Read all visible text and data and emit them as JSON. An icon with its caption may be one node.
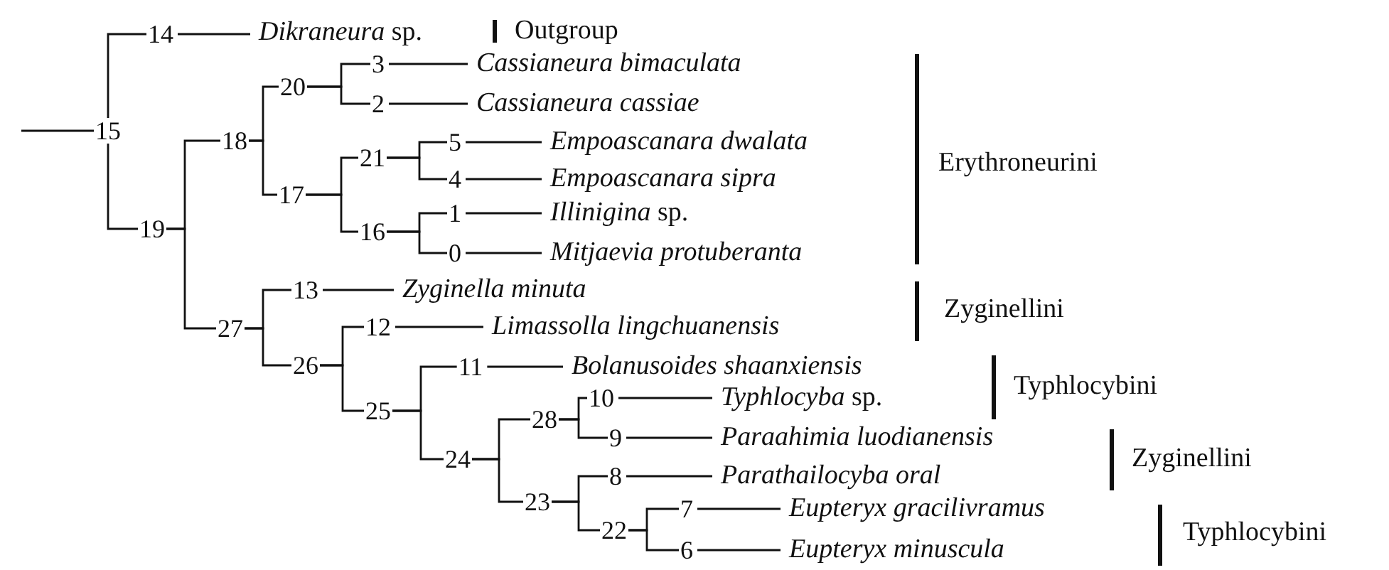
{
  "diagram": {
    "nodes": [
      {
        "text": [
          "15"
        ]
      },
      {
        "text": [
          "14"
        ]
      },
      {
        "text": [
          "*Dikraneura* sp."
        ]
      },
      {
        "text": [
          "19"
        ]
      },
      {
        "text": [
          "18"
        ]
      },
      {
        "text": [
          "20"
        ]
      },
      {
        "text": [
          "3"
        ]
      },
      {
        "text": [
          "Cassianeura bimaculata"
        ]
      },
      {
        "text": [
          "2"
        ]
      },
      {
        "text": [
          "Cassianeura cassiae"
        ]
      },
      {
        "text": [
          "17"
        ]
      },
      {
        "text": [
          "21"
        ]
      },
      {
        "text": [
          "5"
        ]
      },
      {
        "text": [
          "Empoascanara dwalata"
        ]
      },
      {
        "text": [
          "4"
        ]
      },
      {
        "text": [
          "Empoascanara sipra"
        ]
      },
      {
        "text": [
          "16"
        ]
      },
      {
        "text": [
          "1"
        ]
      },
      {
        "text": [
          "*Illinigina* sp."
        ]
      },
      {
        "text": [
          "0"
        ]
      },
      {
        "text": [
          "Mitjaevia protuberanta"
        ]
      },
      {
        "text": [
          "27"
        ]
      },
      {
        "text": [
          "13"
        ]
      },
      {
        "text": [
          "Zyginella minuta"
        ]
      },
      {
        "text": [
          "26"
        ]
      },
      {
        "text": [
          "12"
        ]
      },
      {
        "text": [
          "Limassolla lingchuanensis"
        ]
      },
      {
        "text": [
          "25"
        ]
      },
      {
        "text": [
          "11"
        ]
      },
      {
        "text": [
          "Bolanusoides shaanxiensis"
        ]
      },
      {
        "text": [
          "24"
        ]
      },
      {
        "text": [
          "28"
        ]
      },
      {
        "text": [
          "10"
        ]
      },
      {
        "text": [
          "*Typhlocyba* sp."
        ]
      },
      {
        "text": [
          "9"
        ]
      },
      {
        "text": [
          "Paraahimia luodianensis"
        ]
      },
      {
        "text": [
          "23"
        ]
      },
      {
        "text": [
          "8"
        ]
      },
      {
        "text": [
          "Parathailocyba oral"
        ]
      },
      {
        "text": [
          "22"
        ]
      },
      {
        "text": [
          "7"
        ]
      },
      {
        "text": [
          "Eupteryx gracilivramus"
        ]
      },
      {
        "text": [
          "6"
        ]
      },
      {
        "text": [
          "Eupteryx minuscula"
        ]
      }
    ],
    "edges": [
      {
        "from": null,
        "to": 0,
        "arrow": "none"
      },
      {
        "from": 0,
        "to": 1,
        "arrow": "none"
      },
      {
        "from": 0,
        "to": 3,
        "arrow": "none"
      },
      {
        "from": 1,
        "to": 2,
        "arrow": "none"
      },
      {
        "from": 3,
        "to": 4,
        "arrow": "none"
      },
      {
        "from": 3,
        "to": 21,
        "arrow": "none"
      },
      {
        "from": 4,
        "to": 5,
        "arrow": "none"
      },
      {
        "from": 4,
        "to": 10,
        "arrow": "none"
      },
      {
        "from": 5,
        "to": 6,
        "arrow": "none"
      },
      {
        "from": 5,
        "to": 8,
        "arrow": "none"
      },
      {
        "from": 6,
        "to": 7,
        "arrow": "none"
      },
      {
        "from": 8,
        "to": 9,
        "arrow": "none"
      },
      {
        "from": 10,
        "to": 11,
        "arrow": "none"
      },
      {
        "from": 10,
        "to": 16,
        "arrow": "none"
      },
      {
        "from": 11,
        "to": 12,
        "arrow": "none"
      },
      {
        "from": 11,
        "to": 14,
        "arrow": "none"
      },
      {
        "from": 12,
        "to": 13,
        "arrow": "none"
      },
      {
        "from": 14,
        "to": 15,
        "arrow": "none"
      },
      {
        "from": 16,
        "to": 17,
        "arrow": "none"
      },
      {
        "from": 16,
        "to": 19,
        "arrow": "none"
      },
      {
        "from": 17,
        "to": 18,
        "arrow": "none"
      },
      {
        "from": 19,
        "to": 20,
        "arrow": "none"
      },
      {
        "from": 21,
        "to": 22,
        "arrow": "none"
      },
      {
        "from": 21,
        "to": 24,
        "arrow": "none"
      },
      {
        "from": 22,
        "to": 23,
        "arrow": "none"
      },
      {
        "from": 24,
        "to": 25,
        "arrow": "none"
      },
      {
        "from": 24,
        "to": 27,
        "arrow": "none"
      },
      {
        "from": 25,
        "to": 26,
        "arrow": "none"
      },
      {
        "from": 27,
        "to": 28,
        "arrow": "none"
      },
      {
        "from": 27,
        "to": 30,
        "arrow": "none"
      },
      {
        "from": 28,
        "to": 29,
        "arrow": "none"
      },
      {
        "from": 30,
        "to": 31,
        "arrow": "none"
      },
      {
        "from": 30,
        "to": 36,
        "arrow": "none"
      },
      {
        "from": 31,
        "to": 32,
        "arrow": "none"
      },
      {
        "from": 31,
        "to": 34,
        "arrow": "none"
      },
      {
        "from": 32,
        "to": 33,
        "arrow": "none"
      },
      {
        "from": 34,
        "to": 35,
        "arrow": "none"
      },
      {
        "from": 36,
        "to": 37,
        "arrow": "none"
      },
      {
        "from": 36,
        "to": 39,
        "arrow": "none"
      },
      {
        "from": 37,
        "to": 38,
        "arrow": "none"
      },
      {
        "from": 39,
        "to": 40,
        "arrow": "none"
      },
      {
        "from": 39,
        "to": 42,
        "arrow": "none"
      },
      {
        "from": 40,
        "to": 41,
        "arrow": "none"
      },
      {
        "from": 42,
        "to": 43,
        "arrow": "none"
      }
    ],
    "labels": [
      "Outgroup",
      "Erythroneurini",
      "Zyginellini",
      "Typhlocybini",
      "Zyginellini",
      "Typhlocybini"
    ]
  }
}
